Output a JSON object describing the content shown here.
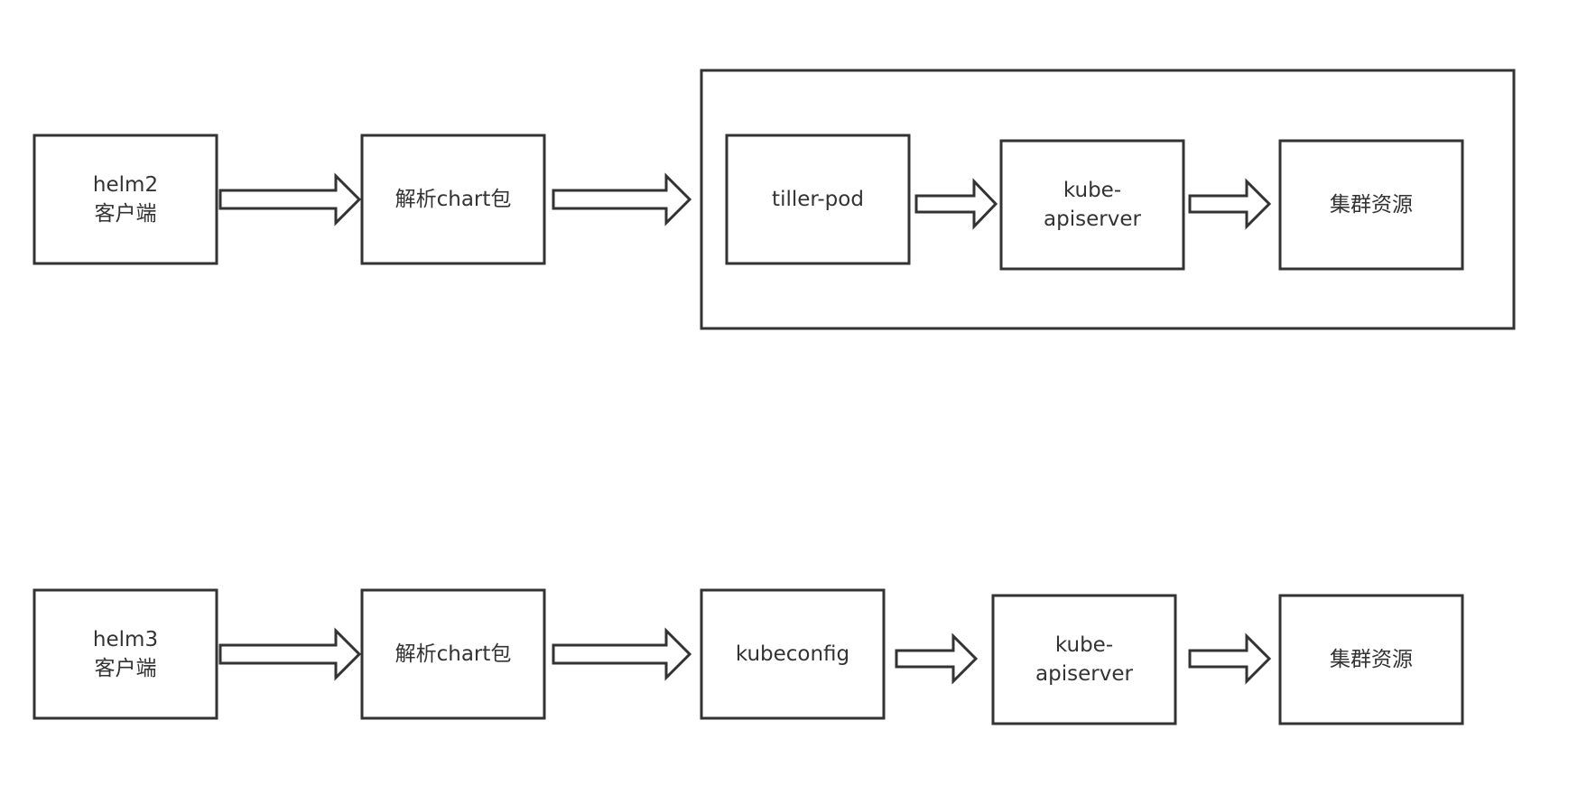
{
  "colors": {
    "stroke": "#333333",
    "text": "#333333",
    "background": "#ffffff"
  },
  "helm2_flow": {
    "client": "helm2\n客户端",
    "parse": "解析chart包",
    "tiller": "tiller-pod",
    "apiserver": "kube-\napiserver",
    "resources": "集群资源"
  },
  "helm3_flow": {
    "client": "helm3\n客户端",
    "parse": "解析chart包",
    "kubeconfig": "kubeconfig",
    "apiserver": "kube-\napiserver",
    "resources": "集群资源"
  }
}
